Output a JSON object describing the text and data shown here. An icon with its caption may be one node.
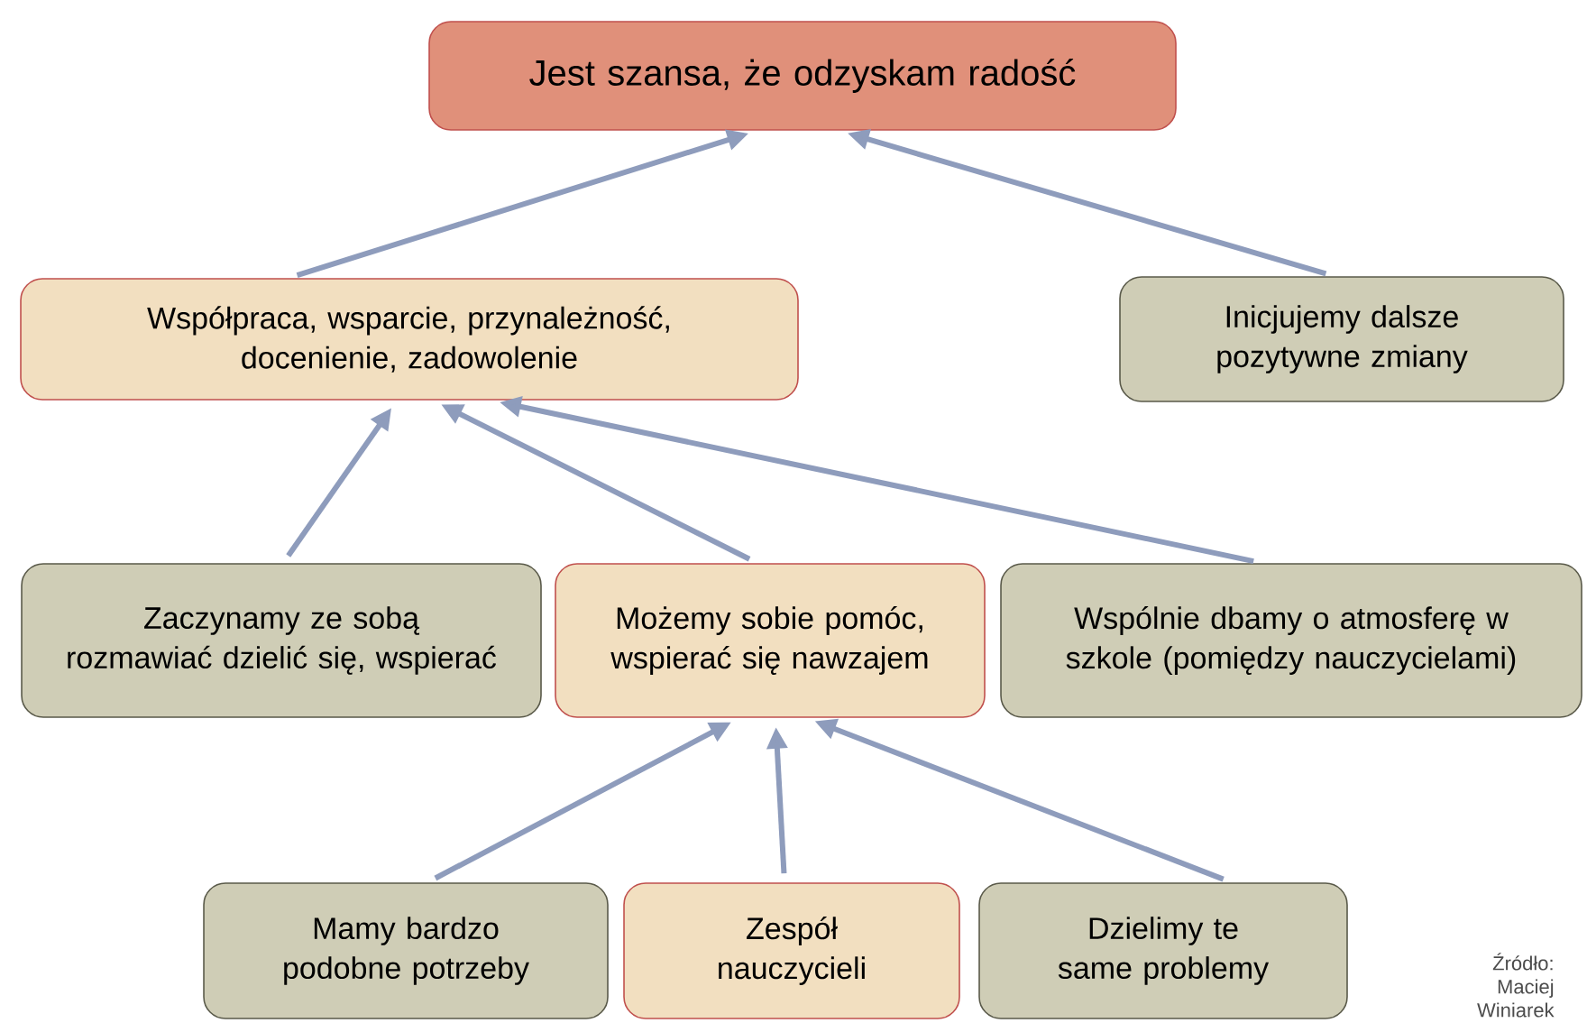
{
  "diagram": {
    "nodes": [
      {
        "text": [
          "Jest szansa, że odzyskam radość"
        ]
      },
      {
        "text": [
          "Współpraca, wsparcie, przynależność, docenienie, zadowolenie"
        ]
      },
      {
        "text": [
          "Inicjujemy dalsze pozytywne zmiany"
        ]
      },
      {
        "text": [
          "Zaczynamy ze sobą rozmawiać dzielić się, wspierać"
        ]
      },
      {
        "text": [
          "Możemy sobie pomóc, wspierać się nawzajem"
        ]
      },
      {
        "text": [
          "Wspólnie dbamy o atmosferę w szkole (pomiędzy nauczycielami)"
        ]
      },
      {
        "text": [
          "Mamy bardzo podobne potrzeby"
        ]
      },
      {
        "text": [
          "Zespół nauczycieli"
        ]
      },
      {
        "text": [
          "Dzielimy te same problemy"
        ]
      }
    ],
    "edges": [
      {
        "from": 1,
        "to": 0,
        "arrow": "to"
      },
      {
        "from": 2,
        "to": 0,
        "arrow": "to"
      },
      {
        "from": 3,
        "to": 1,
        "arrow": "to"
      },
      {
        "from": 4,
        "to": 1,
        "arrow": "to"
      },
      {
        "from": 5,
        "to": 1,
        "arrow": "to"
      },
      {
        "from": 6,
        "to": 4,
        "arrow": "to"
      },
      {
        "from": 7,
        "to": 4,
        "arrow": "to"
      },
      {
        "from": 8,
        "to": 4,
        "arrow": "to"
      }
    ],
    "labels": [
      "Źródło: Maciej Winiarek"
    ]
  }
}
